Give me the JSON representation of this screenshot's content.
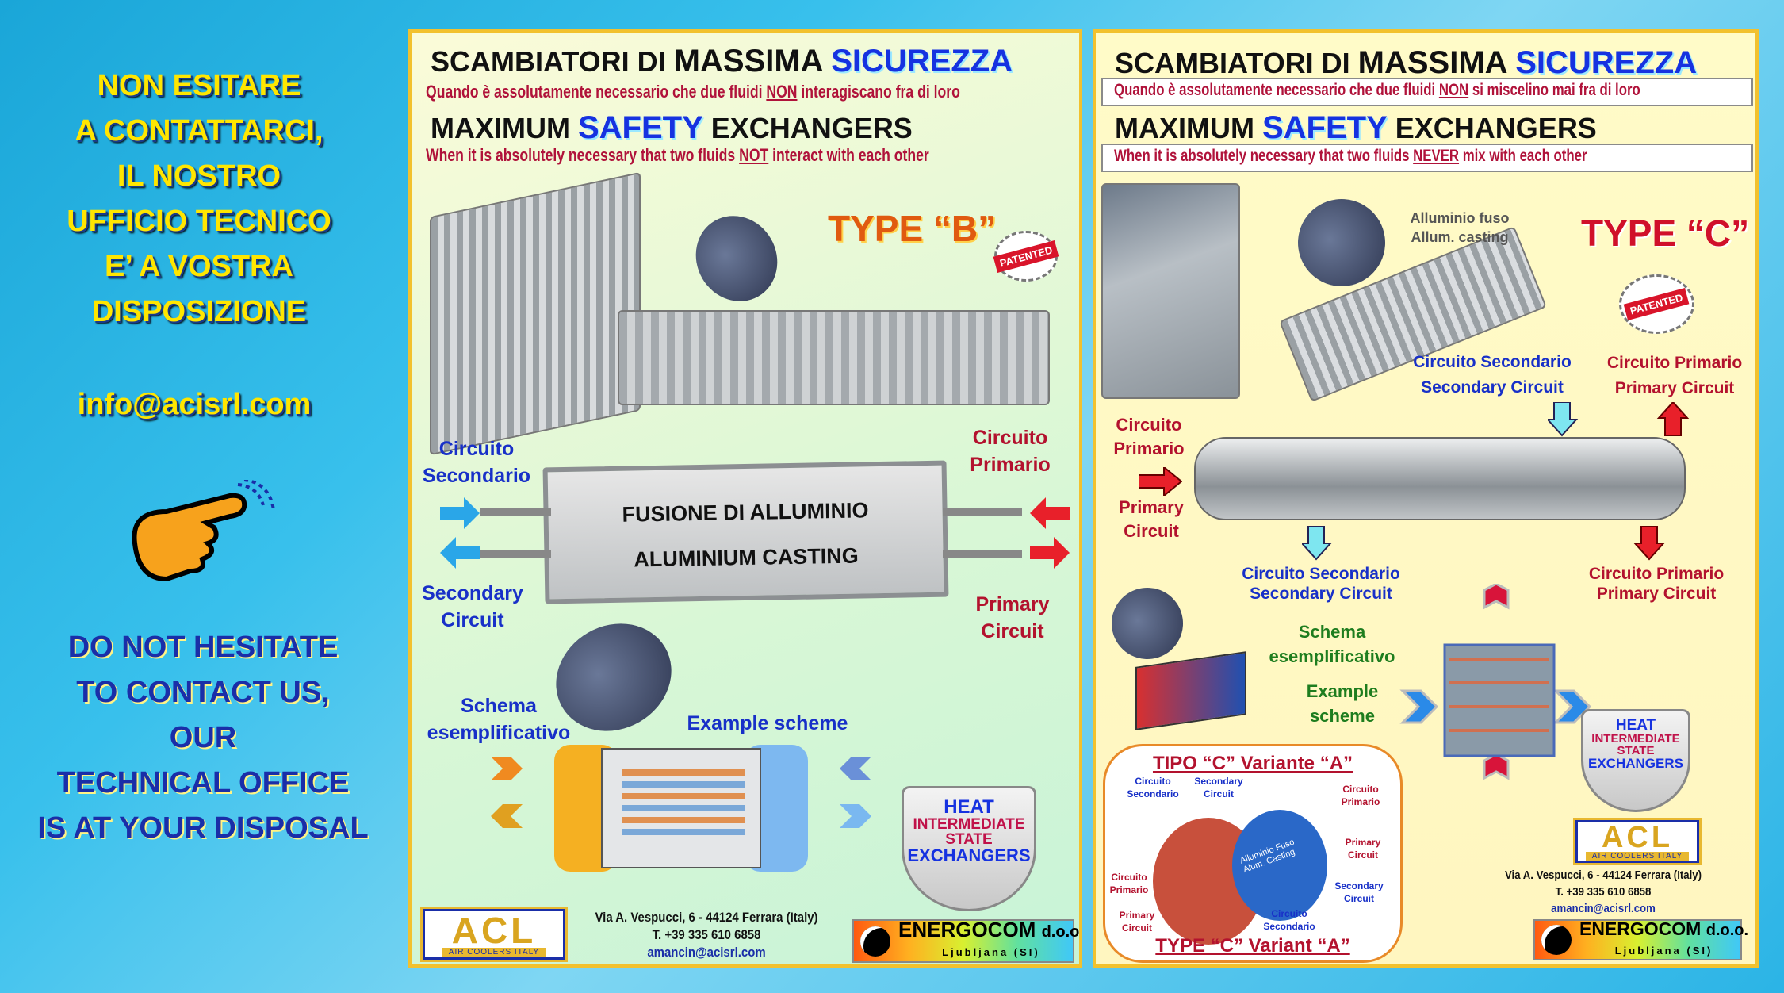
{
  "left": {
    "it_lines": [
      "NON ESITARE",
      "A CONTATTARCI,",
      "IL NOSTRO",
      "UFFICIO TECNICO",
      "E’ A VOSTRA",
      "DISPOSIZIONE"
    ],
    "email": "info@acisrl.com",
    "hand_icon": "pointing-hand-icon",
    "en_lines": [
      "DO NOT HESITATE",
      "TO CONTACT US,",
      "OUR",
      "TECHNICAL OFFICE",
      "IS AT YOUR DISPOSAL"
    ]
  },
  "mid": {
    "title_a": "SCAMBIATORI DI ",
    "title_b": "MASSIMA ",
    "title_c": "SICUREZZA",
    "sub_it_a": "Quando è assolutamente necessario che due fluidi ",
    "sub_it_n": "NON",
    "sub_it_b": " interagiscano fra di loro",
    "title_en_a": "MAXIMUM ",
    "title_en_b": "SAFETY",
    "title_en_c": " EXCHANGERS",
    "sub_en_a": "When it is absolutely necessary that two fluids ",
    "sub_en_n": "NOT",
    "sub_en_b": " interact with each other",
    "type": "TYPE “B”",
    "patented": "PATENTED",
    "casting_it": "FUSIONE DI ALLUMINIO",
    "casting_en": "ALUMINIUM CASTING",
    "sec_it": [
      "Circuito",
      "Secondario"
    ],
    "sec_en": [
      "Secondary",
      "Circuit"
    ],
    "pri_it": [
      "Circuito",
      "Primario"
    ],
    "pri_en": [
      "Primary",
      "Circuit"
    ],
    "schema": [
      "Schema",
      "esemplificativo"
    ],
    "example": "Example scheme",
    "badge": {
      "heat": "HEAT",
      "l2": "INTERMEDIATE",
      "l3": "STATE",
      "l4": "EXCHANGERS"
    },
    "acl": "ACL",
    "acl_sub": "AIR COOLERS ITALY",
    "address": "Via A. Vespucci, 6  -  44124  Ferrara (Italy)",
    "phone": "T. +39 335 610 6858",
    "email": "amancin@acisrl.com",
    "energ": "ENERGOCOM",
    "energ_doo": "d.o.o.",
    "energ_city": "Ljubljana (SI)"
  },
  "right": {
    "title_a": "SCAMBIATORI DI ",
    "title_b": "MASSIMA ",
    "title_c": "SICUREZZA",
    "sub_it_a": "Quando è assolutamente necessario che due fluidi ",
    "sub_it_n": "NON",
    "sub_it_b": " si miscelino mai fra di loro",
    "title_en_a": "MAXIMUM ",
    "title_en_b": "SAFETY",
    "title_en_c": " EXCHANGERS",
    "sub_en_a": "When it is absolutely necessary that two fluids ",
    "sub_en_n": "NEVER",
    "sub_en_b": " mix with each other",
    "casting": [
      "Alluminio fuso",
      "Allum. casting"
    ],
    "type": "TYPE “C”",
    "patented": "PATENTED",
    "sec_top": [
      "Circuito Secondario",
      "Secondary Circuit"
    ],
    "pri_top": [
      "Circuito Primario",
      "Primary Circuit"
    ],
    "pri_left_it": [
      "Circuito",
      "Primario"
    ],
    "pri_left_en": [
      "Primary",
      "Circuit"
    ],
    "sec_bot": [
      "Circuito Secondario",
      "Secondary Circuit"
    ],
    "pri_bot": [
      "Circuito Primario",
      "Primary Circuit"
    ],
    "schema": [
      "Schema",
      "esemplificativo"
    ],
    "example": [
      "Example",
      "scheme"
    ],
    "variant_it": "TIPO “C” Variante “A”",
    "variant_en": "TYPE “C” Variant “A”",
    "v_sec_it": [
      "Circuito",
      "Secondario"
    ],
    "v_sec_en": [
      "Secondary",
      "Circuit"
    ],
    "v_pri_it": [
      "Circuito",
      "Primario"
    ],
    "v_pri_en": [
      "Primary",
      "Circuit"
    ],
    "v_casting": "Alluminio Fuso Alum. Casting",
    "badge": {
      "heat": "HEAT",
      "l2": "INTERMEDIATE",
      "l3": "STATE",
      "l4": "EXCHANGERS"
    },
    "acl": "ACL",
    "acl_sub": "AIR COOLERS ITALY",
    "address": "Via A. Vespucci, 6 - 44124 Ferrara (Italy)",
    "phone": "T. +39 335 610 6858",
    "email": "amancin@acisrl.com",
    "energ": "ENERGOCOM",
    "energ_doo": "d.o.o.",
    "energ_city": "Ljubljana (SI)"
  }
}
